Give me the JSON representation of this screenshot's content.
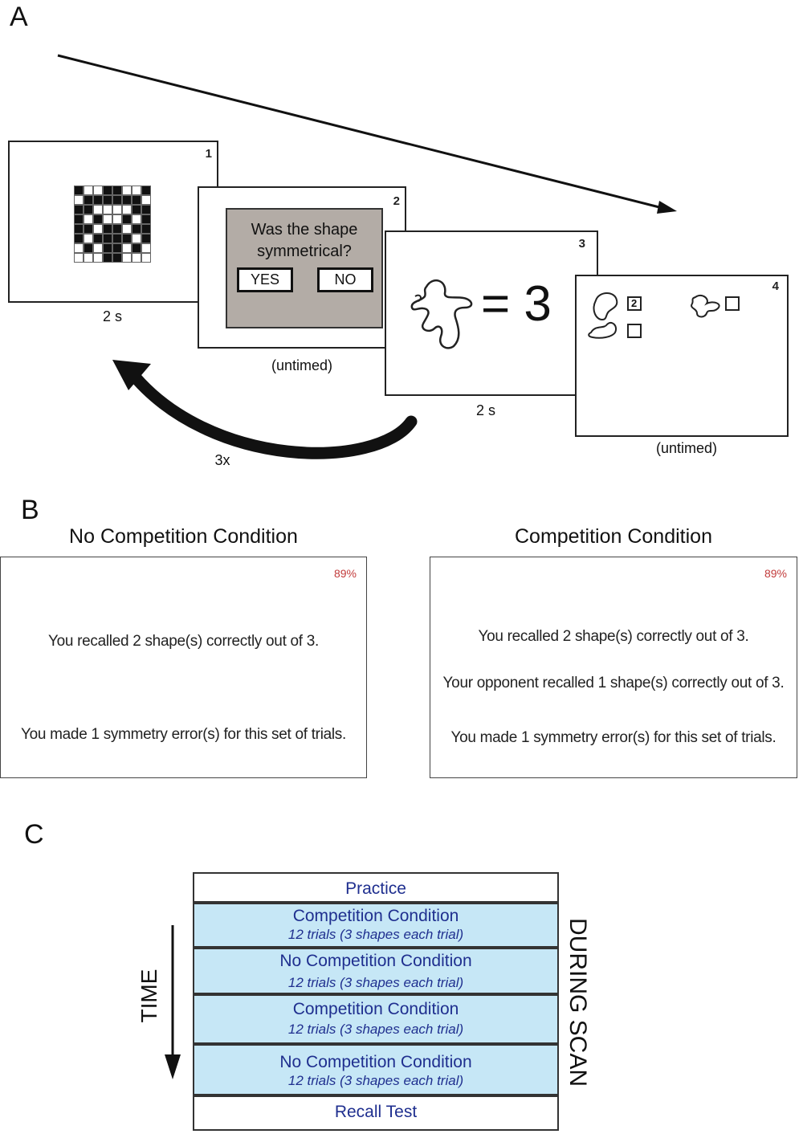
{
  "panel_a": {
    "letter": "A",
    "frames": [
      {
        "number": "1",
        "caption": "2 s"
      },
      {
        "number": "2",
        "caption": "(untimed)",
        "question": [
          "Was the shape",
          "symmetrical?"
        ],
        "yes_label": "YES",
        "no_label": "NO"
      },
      {
        "number": "3",
        "caption": "2 s",
        "equation": "= 3"
      },
      {
        "number": "4",
        "caption": "(untimed)",
        "box_label": "2"
      }
    ],
    "repeat_label": "3x"
  },
  "panel_b": {
    "letter": "B",
    "left": {
      "title": "No Competition Condition",
      "percent": "89%",
      "lines": [
        "You recalled 2 shape(s) correctly out of 3.",
        "You made 1 symmetry error(s) for this set of trials."
      ]
    },
    "right": {
      "title": "Competition Condition",
      "percent": "89%",
      "lines": [
        "You recalled 2 shape(s) correctly out of 3.",
        "Your opponent recalled 1 shape(s) correctly out of 3.",
        "You made 1 symmetry error(s) for this set of trials."
      ]
    }
  },
  "panel_c": {
    "letter": "C",
    "time_label": "TIME",
    "scan_label": "DURING SCAN",
    "practice": "Practice",
    "recall": "Recall Test",
    "blocks": [
      {
        "title": "Competition Condition",
        "sub": "12 trials (3 shapes each trial)"
      },
      {
        "title": "No Competition Condition",
        "sub": "12 trials (3 shapes each trial)"
      },
      {
        "title": "Competition Condition",
        "sub": "12 trials (3 shapes each trial)"
      },
      {
        "title": "No Competition Condition",
        "sub": "12 trials (3 shapes each trial)"
      }
    ]
  },
  "colors": {
    "dialog_bg": "#b3aca6",
    "block_bg": "#c6e7f6",
    "block_text": "#1f2f8f",
    "percent_text": "#c23b3b"
  }
}
